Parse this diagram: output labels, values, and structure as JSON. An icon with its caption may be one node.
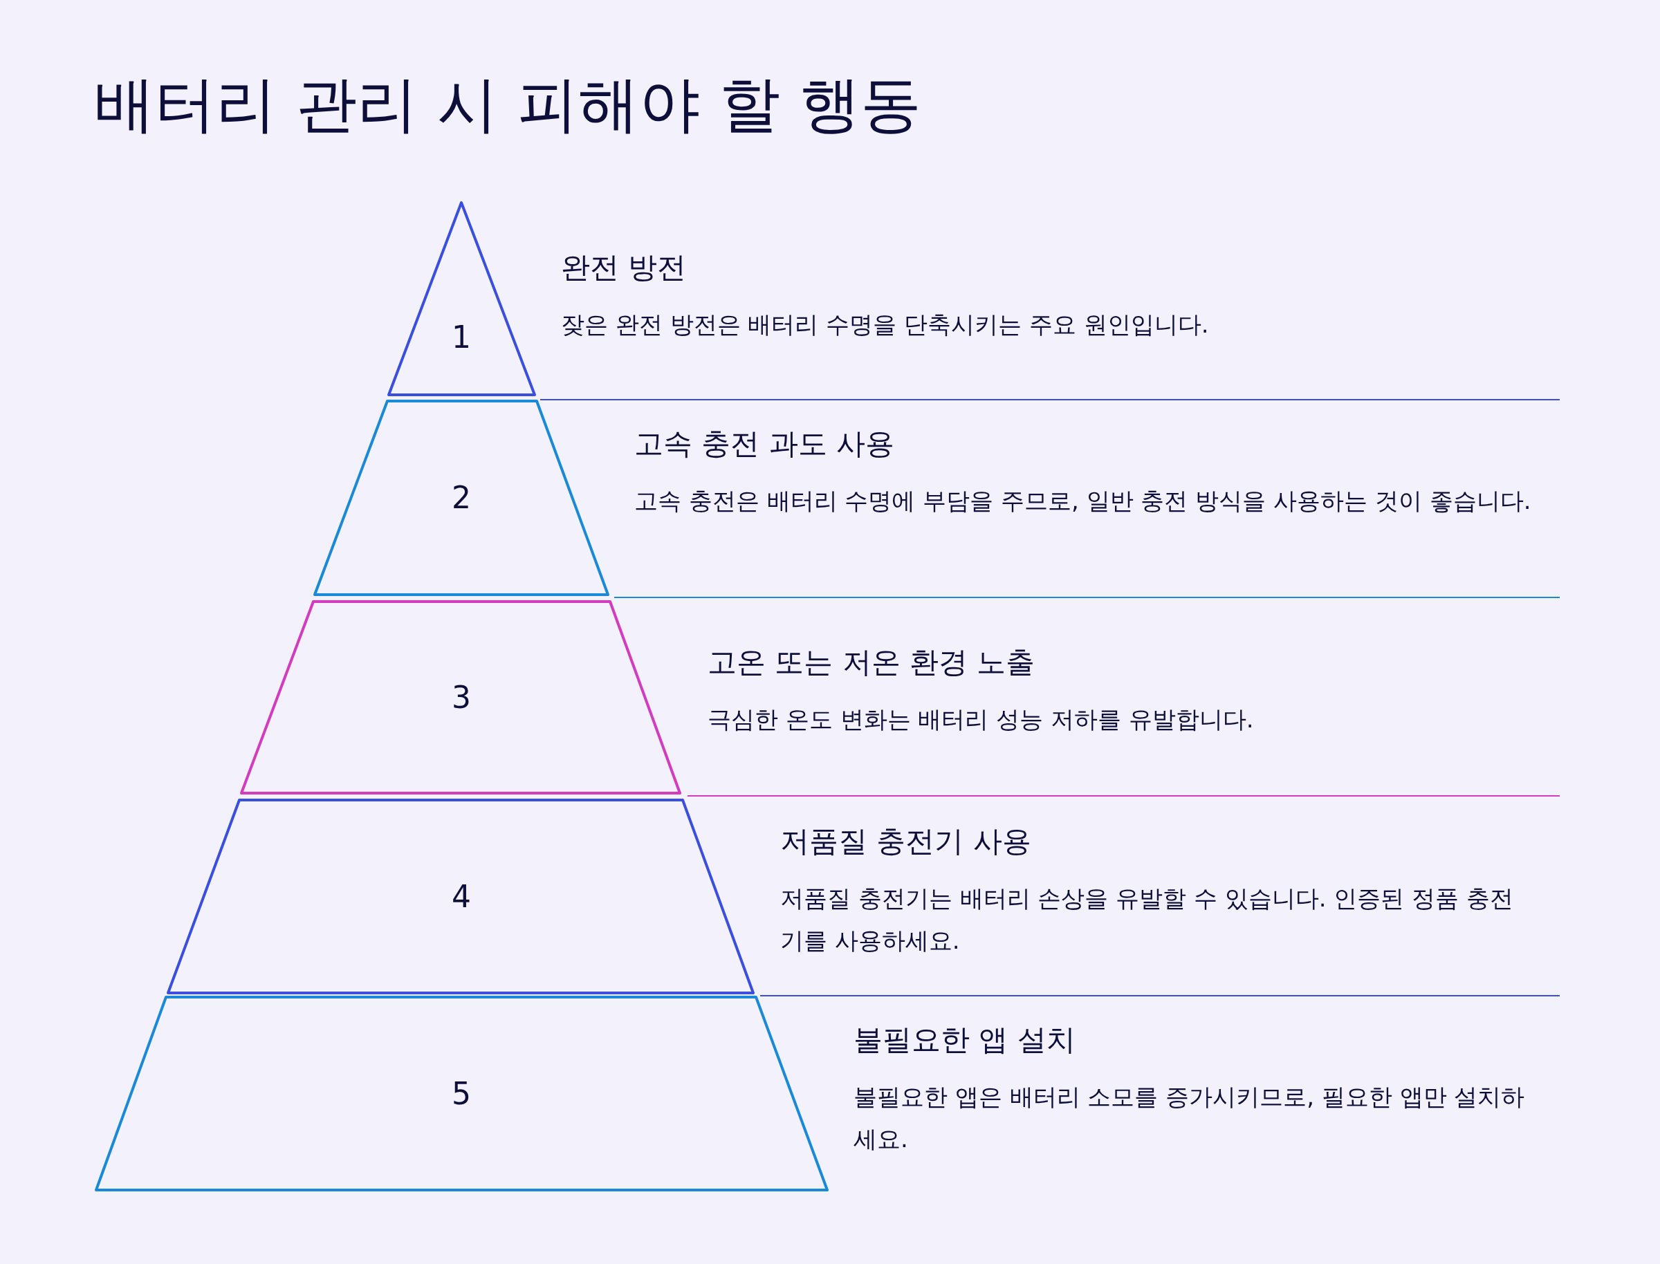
{
  "diagram": {
    "title": "배터리 관리 시 피해야 할 행동",
    "nodes": [
      {
        "text": [
          "1"
        ],
        "beside": [
          "완전 방전",
          "잦은 완전 방전은 배터리 수명을 단축시키는 주요 원인입니다."
        ]
      },
      {
        "text": [
          "2"
        ],
        "beside": [
          "고속 충전 과도 사용",
          "고속 충전은 배터리 수명에 부담을 주므로, 일반 충전 방식을 사용하는 것이 좋습니다."
        ]
      },
      {
        "text": [
          "3"
        ],
        "beside": [
          "고온 또는 저온 환경 노출",
          "극심한 온도 변화는 배터리 성능 저하를 유발합니다."
        ]
      },
      {
        "text": [
          "4"
        ],
        "beside": [
          "저품질 충전기 사용",
          "저품질 충전기는 배터리 손상을 유발할 수 있습니다. 인증된 정품 충전기를 사용하세요."
        ]
      },
      {
        "text": [
          "5"
        ],
        "beside": [
          "불필요한 앱 설치",
          "불필요한 앱은 배터리 소모를 증가시키므로, 필요한 앱만 설치하세요."
        ]
      }
    ]
  }
}
